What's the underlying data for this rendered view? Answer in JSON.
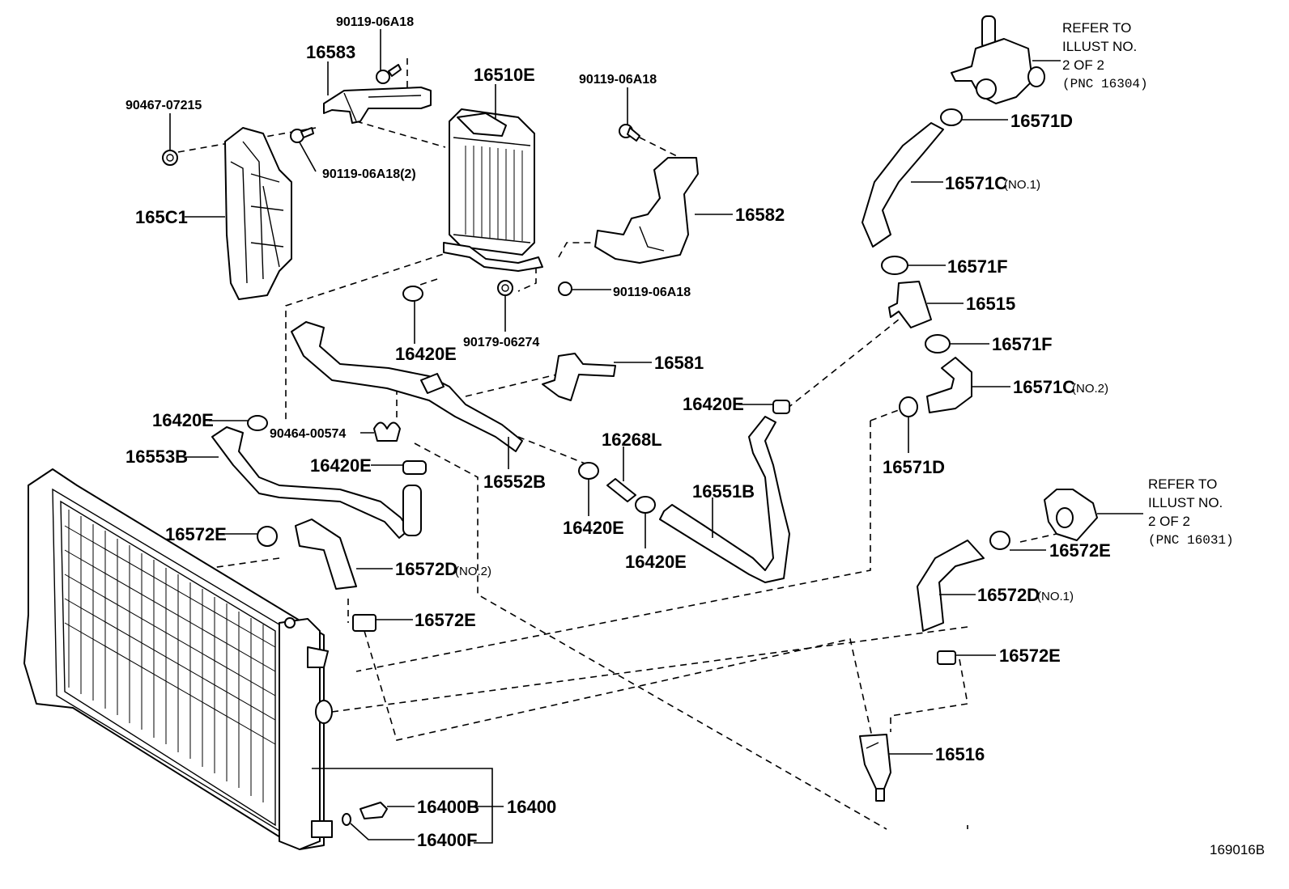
{
  "colors": {
    "line": "#000000",
    "background": "#ffffff"
  },
  "labels": {
    "p90119_06A18_top": "90119-06A18",
    "p16583": "16583",
    "p90467_07215": "90467-07215",
    "p90119_06A18_2": "90119-06A18(2)",
    "p165C1": "165C1",
    "p16510E": "16510E",
    "p90119_06A18_mid": "90119-06A18",
    "p16582": "16582",
    "p90119_06A18_low": "90119-06A18",
    "p90179_06274": "90179-06274",
    "p16420E_a": "16420E",
    "p16581": "16581",
    "p16420E_b": "16420E",
    "p90464_00574": "90464-00574",
    "p16553B": "16553B",
    "p16420E_c": "16420E",
    "p16552B": "16552B",
    "p16268L": "16268L",
    "p16420E_d": "16420E",
    "p16420E_e": "16420E",
    "p16420E_f": "16420E",
    "p16551B": "16551B",
    "p16572E_a": "16572E",
    "p16572D_2": "16572D",
    "p16572D_2_note": "(NO.2)",
    "p16572E_b": "16572E",
    "p16571D_a": "16571D",
    "p16571C_1": "16571C",
    "p16571C_1_note": "(NO.1)",
    "p16571F_a": "16571F",
    "p16515": "16515",
    "p16571F_b": "16571F",
    "p16571C_2": "16571C",
    "p16571C_2_note": "(NO.2)",
    "p16571D_b": "16571D",
    "p16572E_c": "16572E",
    "p16572D_1": "16572D",
    "p16572D_1_note": "(NO.1)",
    "p16572E_d": "16572E",
    "p16516": "16516",
    "p16400B": "16400B",
    "p16400": "16400",
    "p16400F": "16400F"
  },
  "refer_top": {
    "line1": "REFER TO",
    "line2": "ILLUST NO.",
    "line3": "2 OF 2",
    "line4": "(PNC 16304)"
  },
  "refer_mid": {
    "line1": "REFER TO",
    "line2": "ILLUST NO.",
    "line3": "2 OF 2",
    "line4": "(PNC 16031)"
  },
  "illustration_code": "169016B"
}
